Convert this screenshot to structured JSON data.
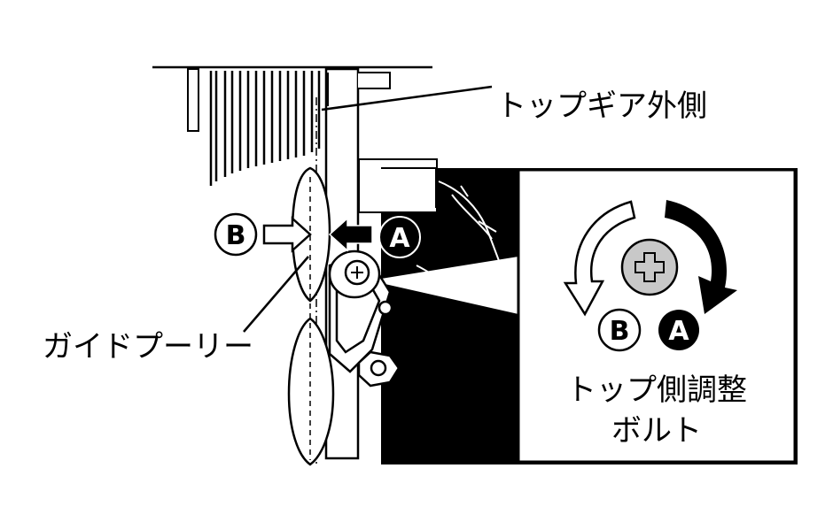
{
  "labels": {
    "top_gear_outer": "トップギア外側",
    "guide_pulley": "ガイドプーリー",
    "top_adjust_bolt_line1": "トップ側調整",
    "top_adjust_bolt_line2": "ボルト"
  },
  "badges": {
    "b_left": "B",
    "a_left": "A",
    "b_right": "B",
    "a_right": "A"
  },
  "colors": {
    "ink": "#000000",
    "paper": "#ffffff",
    "bolt_fill": "#c8c8c8"
  }
}
